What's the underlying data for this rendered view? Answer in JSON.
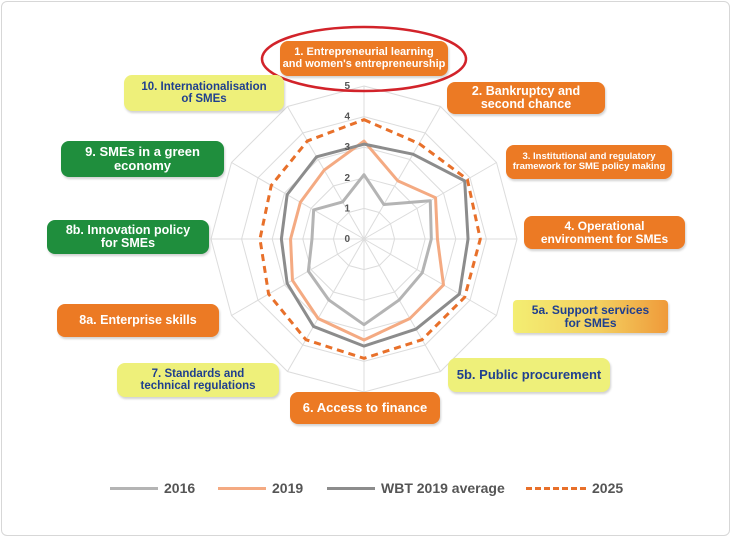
{
  "chart_data": {
    "type": "radar",
    "categories": [
      "1. Entrepreneurial learning and women's entrepreneurship",
      "2. Bankruptcy and second chance",
      "3. Institutional and regulatory framework for SME policy making",
      "4. Operational environment for SMEs",
      "5a. Support services for SMEs",
      "5b. Public procurement",
      "6. Access to finance",
      "7. Standards and technical regulations",
      "8a. Enterprise skills",
      "8b. Innovation policy for SMEs",
      "9. SMEs in a green economy",
      "10. Internationalisation of SMEs"
    ],
    "category_lines": [
      [
        "1. Entrepreneurial learning",
        "and women's entrepreneurship"
      ],
      [
        "2. Bankruptcy and",
        "second chance"
      ],
      [
        "3. Institutional and regulatory",
        "framework for SME policy making"
      ],
      [
        "4. Operational",
        "environment for SMEs"
      ],
      [
        "5a. Support services",
        "for SMEs"
      ],
      [
        "5b. Public procurement"
      ],
      [
        "6. Access to finance"
      ],
      [
        "7. Standards and",
        "technical regulations"
      ],
      [
        "8a. Enterprise skills"
      ],
      [
        "8b. Innovation policy",
        "for SMEs"
      ],
      [
        "9. SMEs in a green",
        "economy"
      ],
      [
        "10. Internationalisation",
        "of SMEs"
      ]
    ],
    "rlim": [
      0,
      5
    ],
    "ticks": [
      "0",
      "1",
      "2",
      "3",
      "4",
      "5"
    ],
    "series": [
      {
        "name": "2016",
        "color": "#b4b4b4",
        "dash": "solid",
        "values": [
          2.1,
          1.3,
          2.5,
          2.2,
          2.2,
          2.3,
          2.8,
          2.3,
          2.1,
          1.7,
          1.9,
          1.4
        ]
      },
      {
        "name": "2019",
        "color": "#f4aa82",
        "dash": "solid",
        "values": [
          3.2,
          2.2,
          2.7,
          2.4,
          3.0,
          3.0,
          3.3,
          3.0,
          2.7,
          2.4,
          2.4,
          2.6
        ]
      },
      {
        "name": "WBT 2019 average",
        "color": "#8c8c8c",
        "dash": "solid",
        "values": [
          3.1,
          3.2,
          3.8,
          3.4,
          3.6,
          3.4,
          3.5,
          3.3,
          2.9,
          2.7,
          2.9,
          3.1
        ]
      },
      {
        "name": "2025",
        "color": "#e8702a",
        "dash": "dashed",
        "values": [
          3.9,
          3.6,
          3.9,
          3.8,
          3.8,
          3.8,
          3.9,
          3.8,
          3.6,
          3.4,
          3.5,
          3.7
        ]
      }
    ],
    "highlighted_category": "1. Entrepreneurial learning and women's entrepreneurship",
    "grid": true,
    "legend_position": "bottom"
  },
  "label_styles": [
    "orange",
    "orange",
    "orange",
    "orange",
    "grad",
    "yellow",
    "orange",
    "yellow",
    "orange",
    "green",
    "green",
    "yellow"
  ],
  "highlight_color": "#d2232a"
}
